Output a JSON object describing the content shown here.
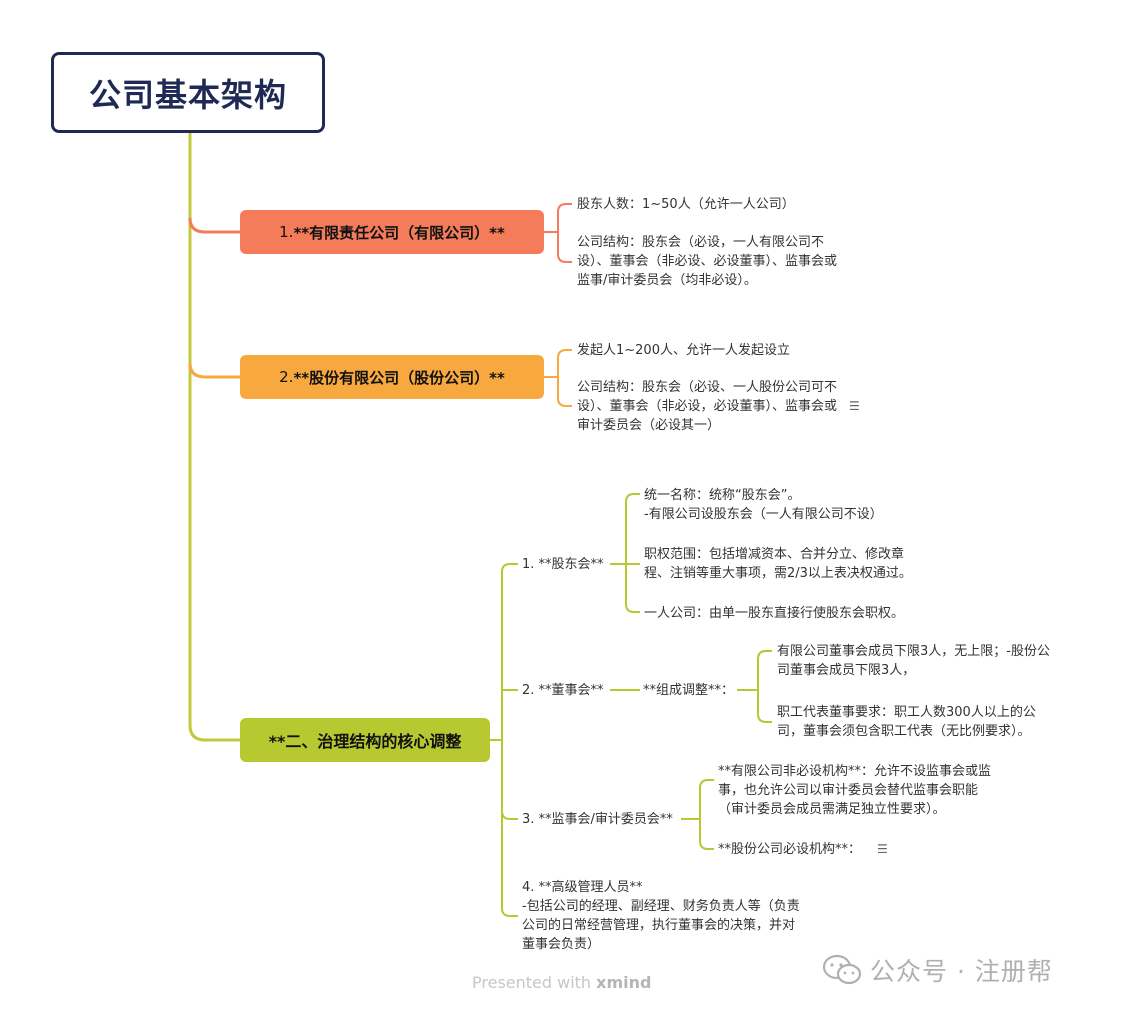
{
  "root": {
    "title": "公司基本架构"
  },
  "topics": {
    "t1": {
      "num": "1. ",
      "label": "**有限责任公司（有限公司）**"
    },
    "t2": {
      "num": "2. ",
      "label": "**股份有限公司（股份公司）**"
    },
    "t3": {
      "label": "**二、治理结构的核心调整"
    }
  },
  "t1_children": {
    "a": "股东人数：1~50人（允许一人公司）",
    "b1": "公司结构：股东会（必设，一人有限公司不",
    "b2": "设）、董事会（非必设、必设董事）、监事会或",
    "b3": "监事/审计委员会（均非必设）。"
  },
  "t2_children": {
    "a": "发起人1~200人、允许一人发起设立",
    "b1": "公司结构：股东会（必设、一人股份公司可不",
    "b2": "设）、董事会（非必设，必设董事）、监事会或",
    "b3": "审计委员会（必设其一）"
  },
  "t3_subs": {
    "s1": "1. **股东会**",
    "s2": "2. **董事会**",
    "s3": "3. **监事会/审计委员会**",
    "s4a": "4. **高级管理人员**",
    "s4b": "-包括公司的经理、副经理、财务负责人等（负责",
    "s4c": "公司的日常经营管理，执行董事会的决策，并对",
    "s4d": "董事会负责）"
  },
  "s1_children": {
    "a1": "统一名称：统称“股东会”。",
    "a2": "-有限公司设股东会（一人有限公司不设）",
    "b1": "职权范围：包括增减资本、合并分立、修改章",
    "b2": "程、注销等重大事项，需2/3以上表决权通过。",
    "c": "一人公司：由单一股东直接行使股东会职权。"
  },
  "s2_children": {
    "mid": "**组成调整**：",
    "a1": "有限公司董事会成员下限3人，无上限；-股份公",
    "a2": "司董事会成员下限3人，",
    "b1": "职工代表董事要求：职工人数300人以上的公",
    "b2": "司，董事会须包含职工代表（无比例要求）。"
  },
  "s3_children": {
    "a1": "**有限公司非必设机构**：允许不设监事会或监",
    "a2": "事，也允许公司以审计委员会替代监事会职能",
    "a3": "（审计委员会成员需满足独立性要求）。",
    "b": "**股份公司必设机构**："
  },
  "footer": {
    "presented": "Presented with ",
    "brand": "xmind"
  },
  "watermark": {
    "text": "公众号 · 注册帮"
  },
  "colors": {
    "root_border": "#1e2a55",
    "t1": "#f47c5a",
    "t2": "#f7a83e",
    "t3": "#b7c830",
    "trunk": "#c3c93a"
  }
}
